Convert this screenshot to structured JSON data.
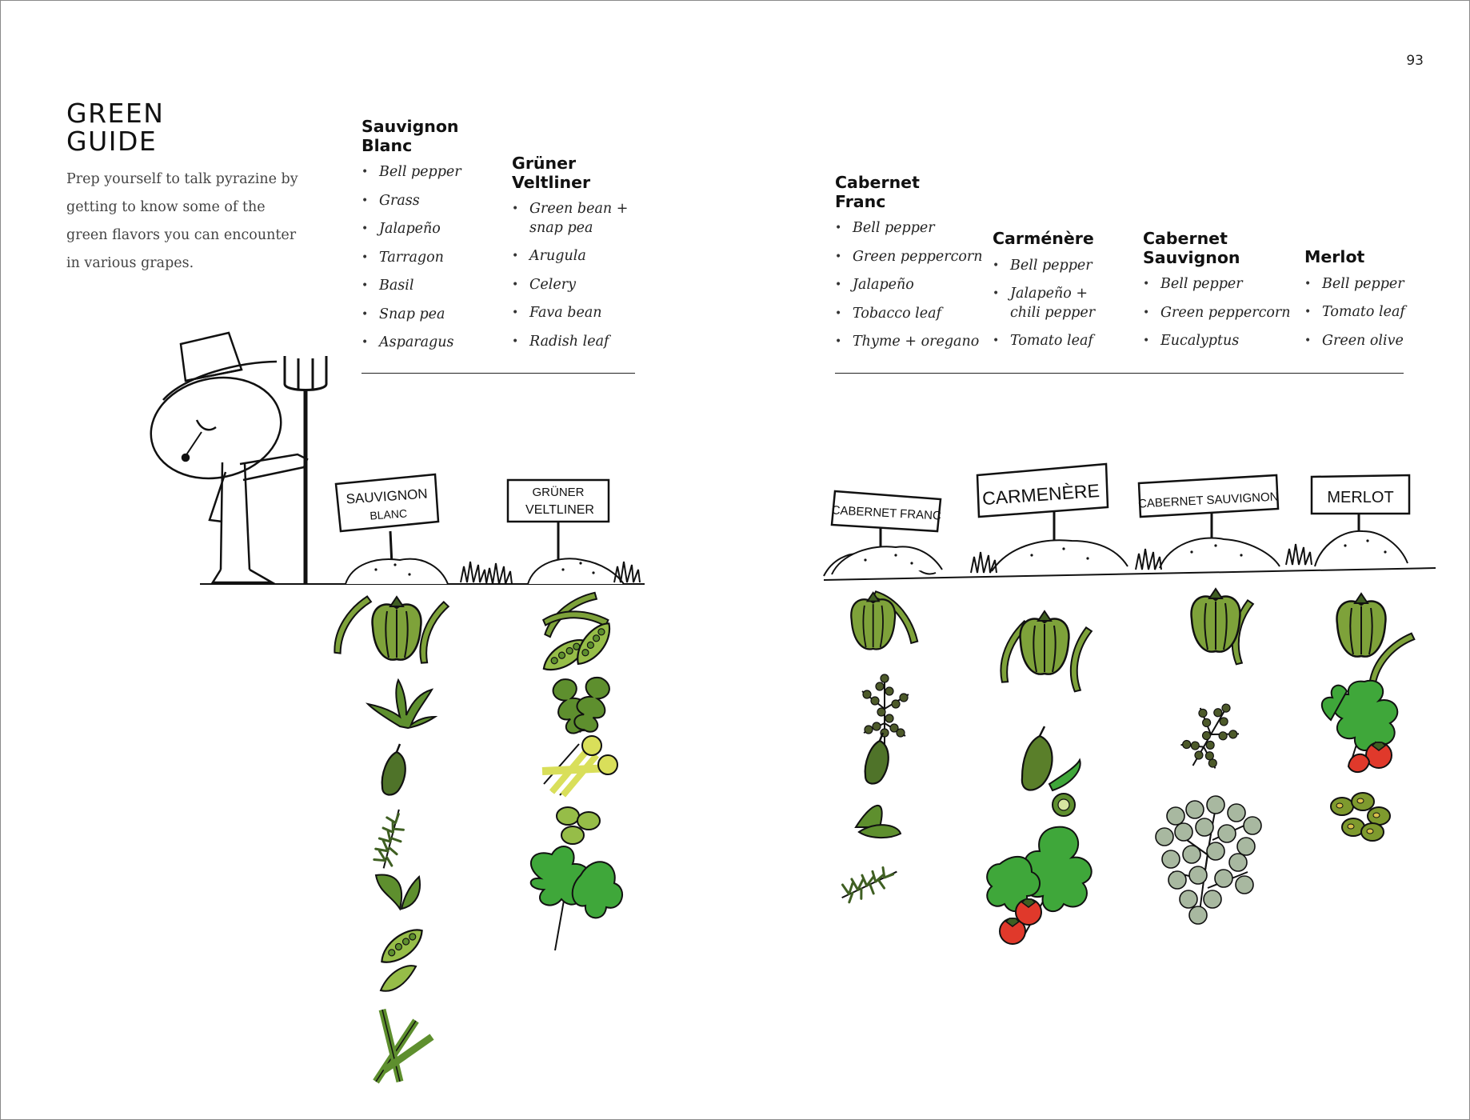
{
  "page_number": "93",
  "title": [
    "GREEN",
    "GUIDE"
  ],
  "intro": "Prep yourself to talk pyrazine by getting to know some of the green flavors you can encounter in various grapes.",
  "grapes": [
    {
      "name": [
        "Sauvignon",
        "Blanc"
      ],
      "items": [
        "Bell pepper",
        "Grass",
        "Jalapeño",
        "Tarragon",
        "Basil",
        "Snap pea",
        "Asparagus"
      ],
      "sign": [
        "SAUVIGNON",
        "BLANC"
      ]
    },
    {
      "name": [
        "Grüner",
        "Veltliner"
      ],
      "items": [
        "Green bean + snap pea",
        "Arugula",
        "Celery",
        "Fava bean",
        "Radish leaf"
      ],
      "sign": [
        "GRÜNER",
        "VELTLINER"
      ]
    },
    {
      "name": [
        "Cabernet",
        "Franc"
      ],
      "items": [
        "Bell pepper",
        "Green peppercorn",
        "Jalapeño",
        "Tobacco leaf",
        "Thyme + oregano"
      ],
      "sign": [
        "CABERNET FRANC"
      ]
    },
    {
      "name": [
        "Carménère"
      ],
      "items": [
        "Bell pepper",
        "Jalapeño + chili pepper",
        "Tomato leaf"
      ],
      "sign": [
        "CARMENÈRE"
      ]
    },
    {
      "name": [
        "Cabernet",
        "Sauvignon"
      ],
      "items": [
        "Bell pepper",
        "Green peppercorn",
        "Eucalyptus"
      ],
      "sign": [
        "CABERNET SAUVIGNON"
      ]
    },
    {
      "name": [
        "Merlot"
      ],
      "items": [
        "Bell pepper",
        "Tomato leaf",
        "Green olive"
      ],
      "sign": [
        "MERLOT"
      ]
    }
  ],
  "colors": {
    "pepper_green": "#7ea23a",
    "leaf_green": "#5e8f2e",
    "pea_green": "#96bd48",
    "dark_green": "#3f5f22",
    "celery_yellow": "#d9df5a",
    "tomato_red": "#e0392b",
    "eucalyptus": "#a8b8a0",
    "ink": "#111111"
  },
  "icons": [
    "farmer-figure",
    "pitchfork-icon",
    "bell-pepper-icon",
    "grass-icon",
    "jalapeno-icon",
    "tarragon-icon",
    "basil-leaf-icon",
    "snap-pea-icon",
    "asparagus-icon",
    "green-bean-icon",
    "arugula-icon",
    "celery-icon",
    "fava-bean-icon",
    "radish-leaf-icon",
    "peppercorn-icon",
    "tobacco-leaf-icon",
    "thyme-icon",
    "chili-pepper-icon",
    "tomato-leaf-icon",
    "eucalyptus-icon",
    "green-olive-icon"
  ]
}
